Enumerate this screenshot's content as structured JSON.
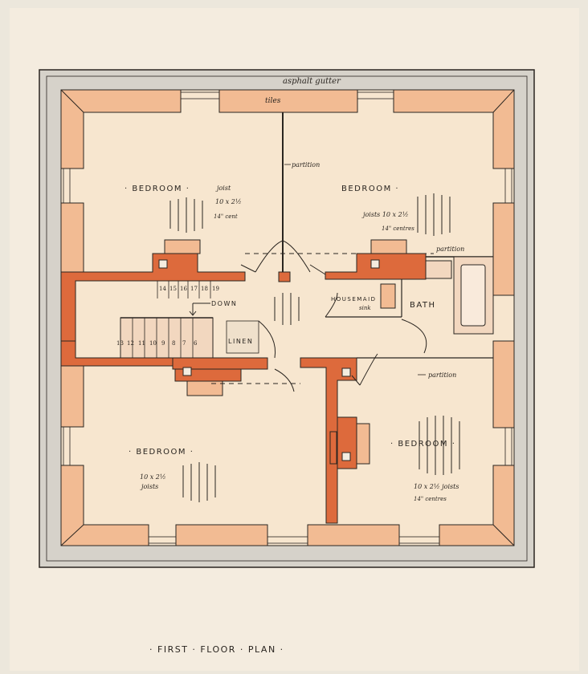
{
  "title": "· FIRST · FLOOR · PLAN ·",
  "annotations": {
    "gutter": "asphalt gutter",
    "tiles": "tiles",
    "partition_top": "partition",
    "partition_bath": "partition",
    "partition_lower": "partition",
    "down": "DOWN",
    "linen": "LINEN",
    "housemaid": "HOUSEMAID",
    "sink": "sink",
    "bath": "BATH"
  },
  "rooms": {
    "bedroom_nw": {
      "label": "· BEDROOM ·",
      "joist_1": "joist",
      "joist_2": "10 x 2½",
      "joist_3": "14\" cent"
    },
    "bedroom_ne": {
      "label": "BEDROOM ·",
      "joist_1": "joists 10 x 2½",
      "joist_2": "14\" centres"
    },
    "bedroom_sw": {
      "label": "· BEDROOM ·",
      "joist_1": "10 x 2½",
      "joist_2": "joists"
    },
    "bedroom_se": {
      "label": "· BEDROOM ·",
      "joist_1": "10 x 2½ joists",
      "joist_2": "14\" centres"
    }
  },
  "stair_steps_upper": [
    "14",
    "15",
    "16",
    "17",
    "18",
    "19"
  ],
  "stair_steps_lower": [
    "13",
    "12",
    "11",
    "10",
    "9",
    "8",
    "7",
    "6"
  ],
  "colors": {
    "paper": "#f4ecdf",
    "roof": "#d4d0c8",
    "wall": "#f2bb93",
    "brick": "#dd6a3c",
    "ink": "#2a2520"
  }
}
